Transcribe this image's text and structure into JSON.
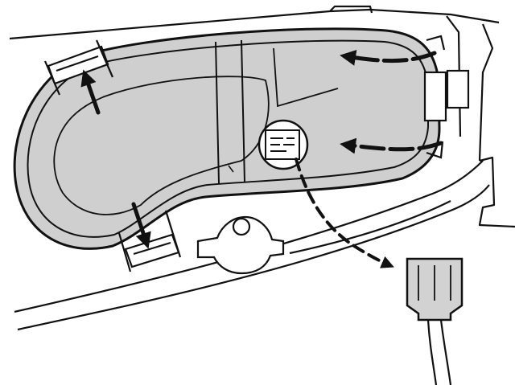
{
  "diagram": {
    "labels": [],
    "colors": {
      "ink": "#111111",
      "housing_fill": "#cfcfcf",
      "panel": "#ffffff",
      "connector_fill": "#d2d2d2"
    },
    "parts": [
      "door-panel",
      "handle-housing",
      "retaining-clip-upper",
      "retaining-clip-lower",
      "lock-rod-clip",
      "connector-plug",
      "wiring-harness"
    ],
    "arrows": [
      "arrow-upper-left",
      "arrow-lower-left",
      "arrow-right-upper",
      "arrow-right-lower",
      "arrow-to-connector"
    ]
  }
}
